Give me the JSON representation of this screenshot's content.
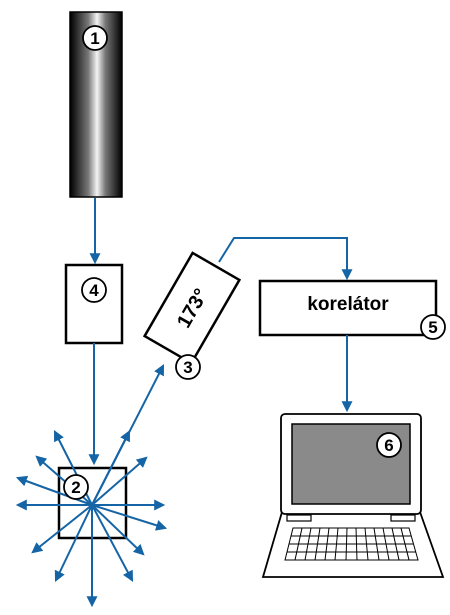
{
  "badges": {
    "laser": "1",
    "sample": "2",
    "detector": "3",
    "attenuator": "4",
    "correlator": "5",
    "computer": "6"
  },
  "detector_angle": "173°",
  "correlator_label": "korelátor",
  "colors": {
    "arrow": "#1565a6",
    "outline": "#000000",
    "screen": "#8a8a8a",
    "laptop_body": "#ffffff"
  }
}
